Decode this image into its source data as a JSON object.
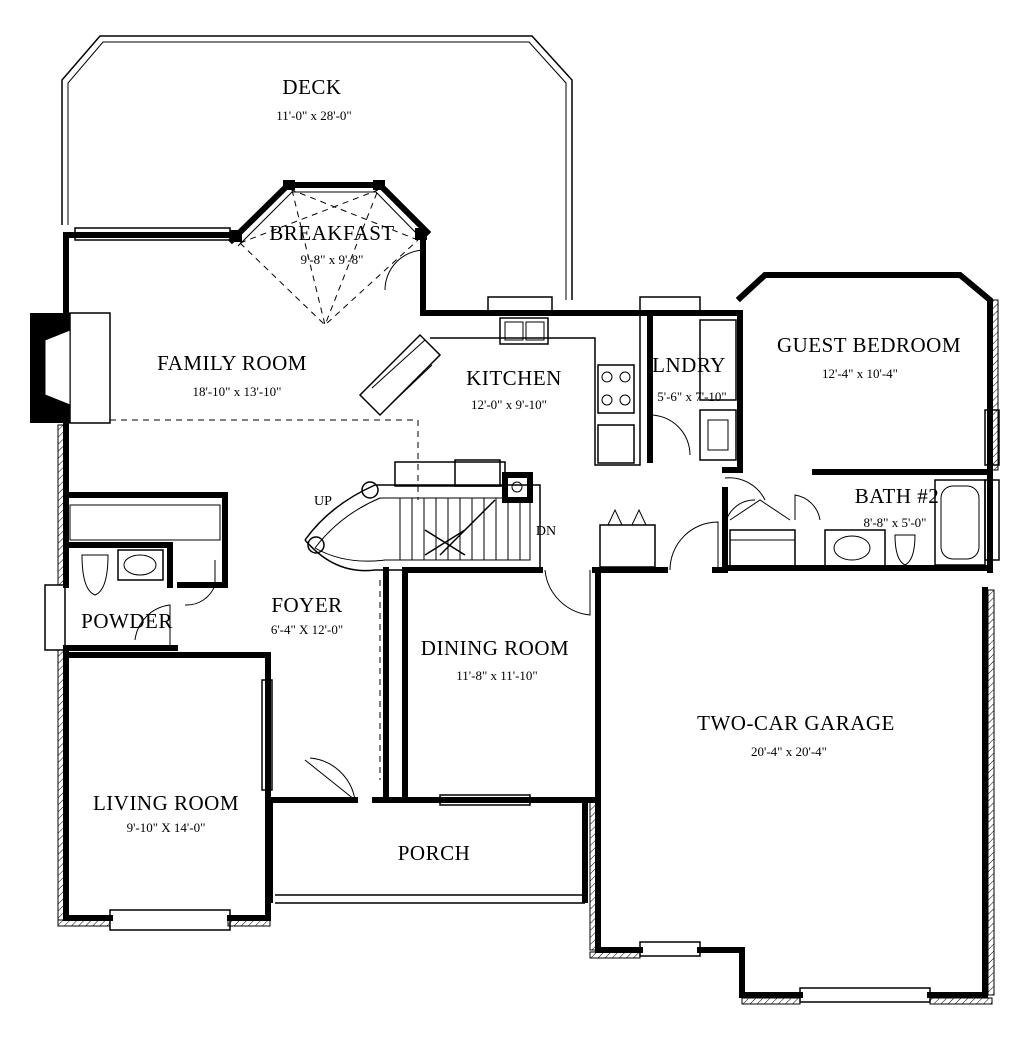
{
  "rooms": {
    "deck": {
      "name": "DECK",
      "dim": "11'-0\" x 28'-0\""
    },
    "breakfast": {
      "name": "BREAKFAST",
      "dim": "9'-8\" x 9'-8\""
    },
    "family_room": {
      "name": "FAMILY ROOM",
      "dim": "18'-10\" x 13'-10\""
    },
    "kitchen": {
      "name": "KITCHEN",
      "dim": "12'-0\" x 9'-10\""
    },
    "laundry": {
      "name": "LNDRY",
      "dim": "5'-6\" x 7'-10\""
    },
    "guest_bedroom": {
      "name": "GUEST BEDROOM",
      "dim": "12'-4\" x 10'-4\""
    },
    "bath2": {
      "name": "BATH #2",
      "dim": "8'-8\" x 5'-0\""
    },
    "powder": {
      "name": "POWDER"
    },
    "foyer": {
      "name": "FOYER",
      "dim": "6'-4\" X 12'-0\""
    },
    "dining_room": {
      "name": "DINING ROOM",
      "dim": "11'-8\" x 11'-10\""
    },
    "garage": {
      "name": "TWO-CAR GARAGE",
      "dim": "20'-4\" x 20'-4\""
    },
    "living_room": {
      "name": "LIVING ROOM",
      "dim": "9'-10\" X 14'-0\""
    },
    "porch": {
      "name": "PORCH"
    }
  },
  "stairs": {
    "up": "UP",
    "down": "DN"
  }
}
